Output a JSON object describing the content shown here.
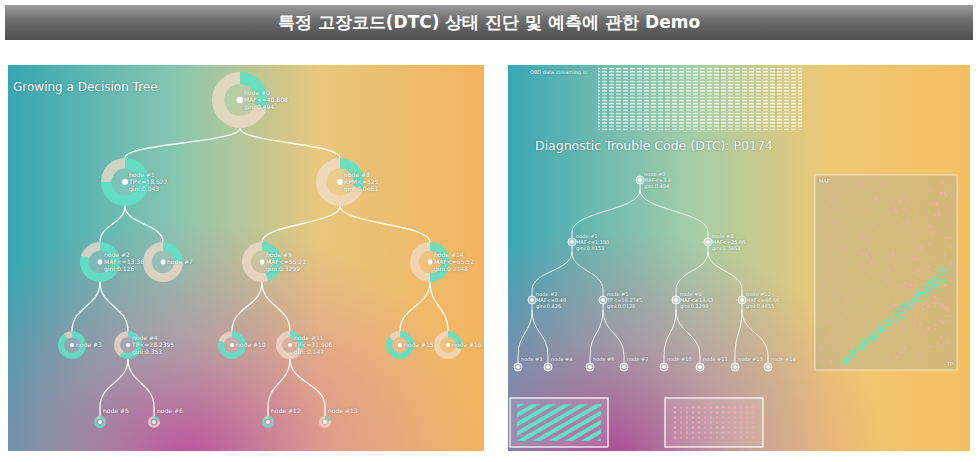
{
  "diagram": {
    "title": "특정 고장코드(DTC) 상태 진단 및 예측에 관한 Demo",
    "nodes": [
      {
        "text": [
          "Growing a Decision Tree"
        ]
      },
      {
        "text": [
          "node #0",
          "MAF<=40.808",
          "gini:0.494"
        ],
        "in": 0
      },
      {
        "text": [
          "node #1",
          "TP<=18.627",
          "gini:0.043"
        ],
        "in": 0
      },
      {
        "text": [
          "node #2",
          "MAF<=13.36",
          "gini:0.126"
        ],
        "in": 0
      },
      {
        "text": [
          "node #3"
        ],
        "in": 0
      },
      {
        "text": [
          "node #4",
          "TP<=28.2395",
          "gini:0.353"
        ],
        "in": 0
      },
      {
        "text": [
          "node #5"
        ],
        "in": 0
      },
      {
        "text": [
          "node #6"
        ],
        "in": 0
      },
      {
        "text": [
          "node #7"
        ],
        "in": 0
      },
      {
        "text": [
          "node #8",
          "RPM<=525",
          "gini:0.0463"
        ],
        "in": 0
      },
      {
        "text": [
          "node #9",
          "MAF<=56.22",
          "gini:0.3299"
        ],
        "in": 0
      },
      {
        "text": [
          "node #10"
        ],
        "in": 0
      },
      {
        "text": [
          "node #11",
          "TP<=31.906",
          "gini:0.147"
        ],
        "in": 0
      },
      {
        "text": [
          "node #12"
        ],
        "in": 0
      },
      {
        "text": [
          "node #13"
        ],
        "in": 0
      },
      {
        "text": [
          "node #14",
          "MAF<=65.52",
          "gini:0.2148"
        ],
        "in": 0
      },
      {
        "text": [
          "node #15"
        ],
        "in": 0
      },
      {
        "text": [
          "node #16"
        ],
        "in": 0
      },
      {
        "text": [
          "OBD data streaming in:",
          "Diagnostic Trouble Code (DTC): P0174"
        ]
      },
      {
        "text": [
          "node #0",
          "MAF<=3.4",
          "gini:0.494"
        ],
        "in": 18
      },
      {
        "text": [
          "node #1",
          "MAF<=1.180",
          "gini:0.0153"
        ],
        "in": 18
      },
      {
        "text": [
          "node #2",
          "MAF<=0.46",
          "gini:0.426"
        ],
        "in": 18
      },
      {
        "text": [
          "node #3"
        ],
        "in": 18
      },
      {
        "text": [
          "node #4"
        ],
        "in": 18
      },
      {
        "text": [
          "node #5",
          "TP<=18.2745",
          "gini:0.0128"
        ],
        "in": 18
      },
      {
        "text": [
          "node #6"
        ],
        "in": 18
      },
      {
        "text": [
          "node #7"
        ],
        "in": 18
      },
      {
        "text": [
          "node #8",
          "MAF<=25.66",
          "gini:0.3463"
        ],
        "in": 18
      },
      {
        "text": [
          "node #9",
          "MAF<=14.63",
          "gini:0.1299"
        ],
        "in": 18
      },
      {
        "text": [
          "node #10"
        ],
        "in": 18
      },
      {
        "text": [
          "node #11"
        ],
        "in": 18
      },
      {
        "text": [
          "node #12",
          "MAF<=40.66",
          "gini:0.4655"
        ],
        "in": 18
      },
      {
        "text": [
          "node #13"
        ],
        "in": 18
      },
      {
        "text": [
          "node #14"
        ],
        "in": 18
      },
      {
        "text": [
          "MAF",
          "TP"
        ],
        "in": 18
      }
    ],
    "edges": [
      {
        "from": 1,
        "to": 2,
        "arrow": "none"
      },
      {
        "from": 1,
        "to": 9,
        "arrow": "none"
      },
      {
        "from": 2,
        "to": 3,
        "arrow": "none"
      },
      {
        "from": 2,
        "to": 8,
        "arrow": "none"
      },
      {
        "from": 3,
        "to": 4,
        "arrow": "none"
      },
      {
        "from": 3,
        "to": 5,
        "arrow": "none"
      },
      {
        "from": 5,
        "to": 6,
        "arrow": "none"
      },
      {
        "from": 5,
        "to": 7,
        "arrow": "none"
      },
      {
        "from": 9,
        "to": 10,
        "arrow": "none"
      },
      {
        "from": 9,
        "to": 15,
        "arrow": "none"
      },
      {
        "from": 10,
        "to": 11,
        "arrow": "none"
      },
      {
        "from": 10,
        "to": 12,
        "arrow": "none"
      },
      {
        "from": 12,
        "to": 13,
        "arrow": "none"
      },
      {
        "from": 12,
        "to": 14,
        "arrow": "none"
      },
      {
        "from": 15,
        "to": 16,
        "arrow": "none"
      },
      {
        "from": 15,
        "to": 17,
        "arrow": "none"
      },
      {
        "from": 19,
        "to": 20,
        "arrow": "none"
      },
      {
        "from": 19,
        "to": 27,
        "arrow": "none"
      },
      {
        "from": 20,
        "to": 21,
        "arrow": "none"
      },
      {
        "from": 20,
        "to": 24,
        "arrow": "none"
      },
      {
        "from": 21,
        "to": 22,
        "arrow": "none"
      },
      {
        "from": 21,
        "to": 23,
        "arrow": "none"
      },
      {
        "from": 24,
        "to": 25,
        "arrow": "none"
      },
      {
        "from": 24,
        "to": 26,
        "arrow": "none"
      },
      {
        "from": 27,
        "to": 28,
        "arrow": "none"
      },
      {
        "from": 27,
        "to": 31,
        "arrow": "none"
      },
      {
        "from": 28,
        "to": 29,
        "arrow": "none"
      },
      {
        "from": 28,
        "to": 30,
        "arrow": "none"
      },
      {
        "from": 31,
        "to": 32,
        "arrow": "none"
      },
      {
        "from": 31,
        "to": 33,
        "arrow": "none"
      }
    ]
  }
}
